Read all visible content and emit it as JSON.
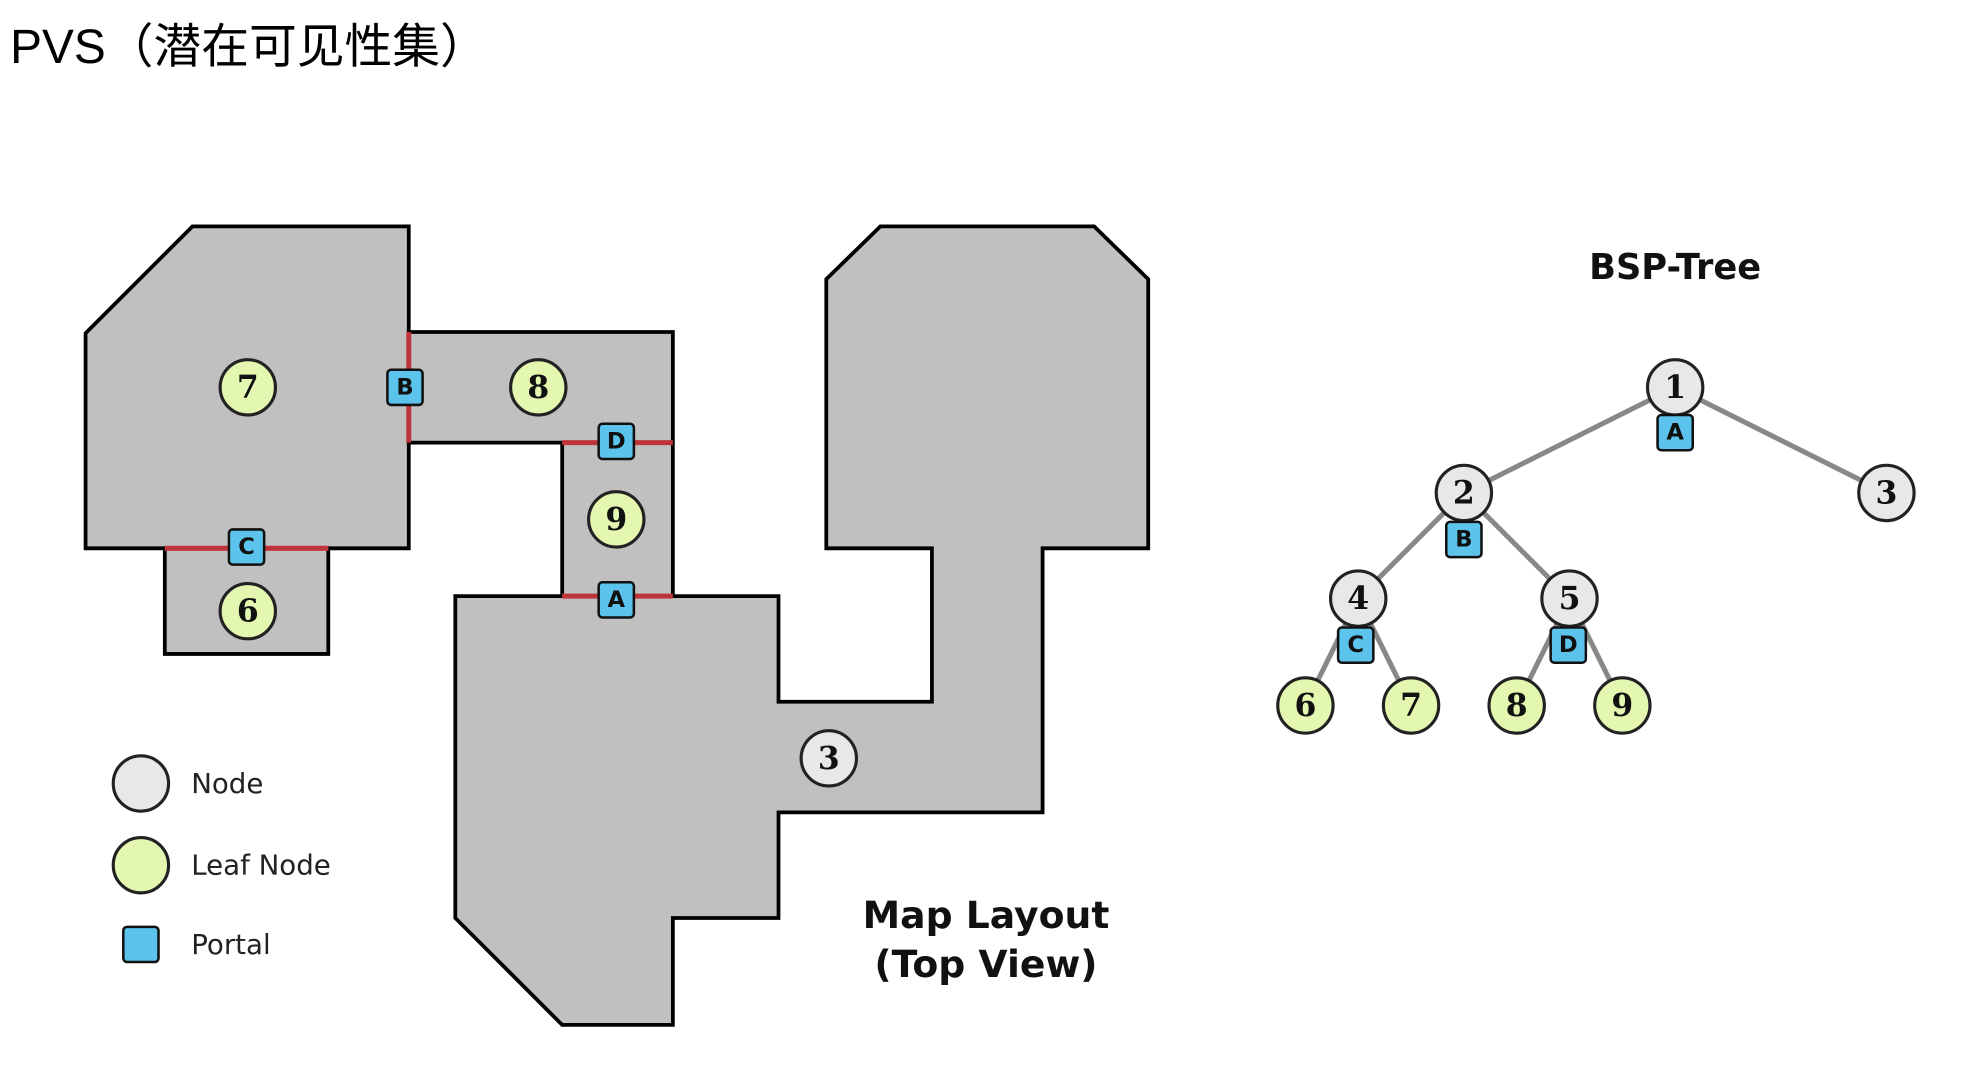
{
  "heading": "PVS（潜在可见性集）",
  "map": {
    "title_line1": "Map Layout",
    "title_line2": "(Top View)",
    "nodes": [
      "7",
      "8",
      "9",
      "6",
      "3"
    ],
    "portals": [
      "B",
      "D",
      "C",
      "A"
    ]
  },
  "tree": {
    "title": "BSP-Tree",
    "nodes": [
      "1",
      "2",
      "3",
      "4",
      "5",
      "6",
      "7",
      "8",
      "9"
    ],
    "portals": [
      "A",
      "B",
      "C",
      "D"
    ]
  },
  "legend": {
    "node": "Node",
    "leaf": "Leaf Node",
    "portal": "Portal"
  },
  "colors": {
    "room": "#c0c0c0",
    "node": "#e8e8e8",
    "leaf": "#e4f7b0",
    "portal": "#5cc3ec",
    "portal_line": "#c0353a"
  }
}
